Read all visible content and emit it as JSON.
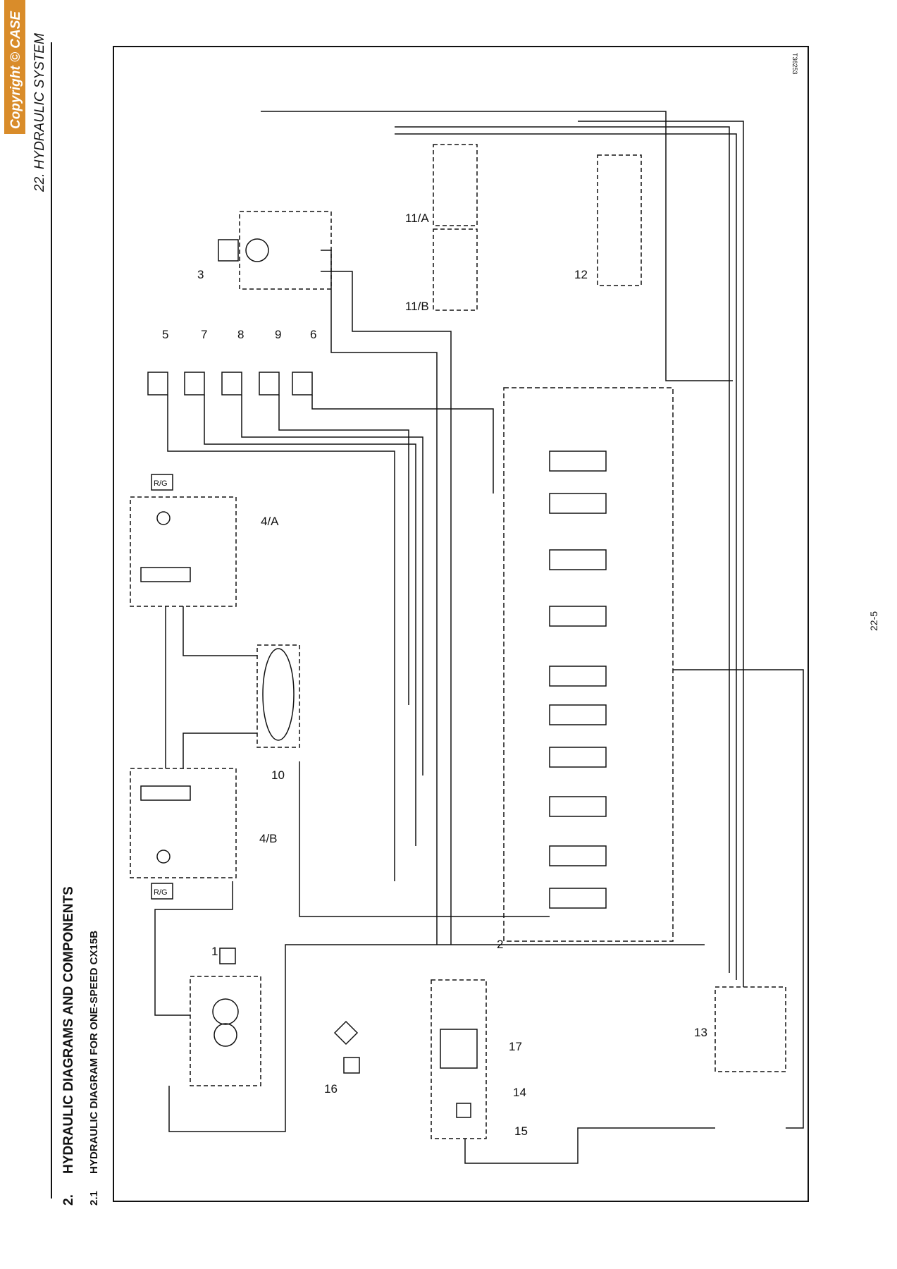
{
  "header": {
    "brand_copyright": "Copyright © CASE",
    "section": "22. HYDRAULIC SYSTEM"
  },
  "title": {
    "number": "2.",
    "text": "HYDRAULIC DIAGRAMS AND COMPONENTS"
  },
  "subtitle": {
    "number": "2.1",
    "text": "HYDRAULIC DIAGRAM FOR ONE-SPEED CX15B"
  },
  "page_number": "22-5",
  "drawing_ref": "T36253",
  "callouts": [
    "1",
    "2",
    "3",
    "4/A",
    "4/B",
    "5",
    "6",
    "7",
    "8",
    "9",
    "10",
    "11/A",
    "11/B",
    "12",
    "13",
    "14",
    "15",
    "16",
    "17"
  ],
  "motor_labels": [
    "R/G",
    "R/G"
  ],
  "colors": {
    "stamp": "#d98c2a",
    "line": "#111111"
  }
}
